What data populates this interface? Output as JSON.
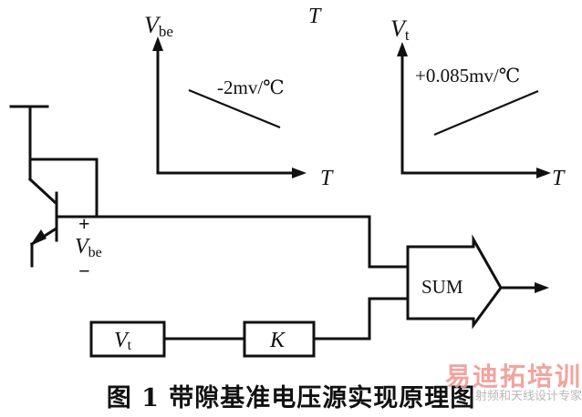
{
  "graph_vbe": {
    "y_axis_label": "V",
    "y_axis_sub": "be",
    "x_axis_label": "T",
    "slope_label": "-2mv/℃"
  },
  "graph_vt": {
    "y_axis_label": "V",
    "y_axis_sub": "t",
    "x_axis_label": "T",
    "slope_label": "+0.085mv/℃"
  },
  "circuit": {
    "plus_sign": "+",
    "minus_sign": "−",
    "vbe_label": "V",
    "vbe_sub": "be",
    "sum_label": "SUM",
    "vt_box_label": "V",
    "vt_box_sub": "t",
    "k_box_label": "K"
  },
  "caption": "图 1  带隙基准电压源实现原理图",
  "watermark": {
    "main": "易迪拓培训",
    "sub": "射频和天线设计专家"
  }
}
